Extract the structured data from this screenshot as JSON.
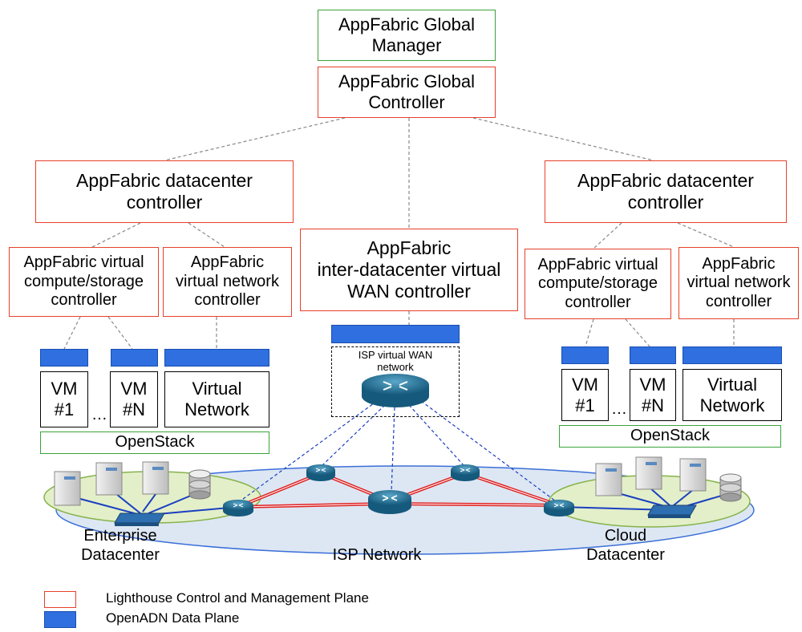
{
  "global_manager": [
    "AppFabric Global",
    "Manager"
  ],
  "global_controller": [
    "AppFabric Global",
    "Controller"
  ],
  "dc_controller_left": [
    "AppFabric datacenter",
    "controller"
  ],
  "dc_controller_right": [
    "AppFabric datacenter",
    "controller"
  ],
  "wan_controller": [
    "AppFabric",
    "inter-datacenter virtual",
    "WAN controller"
  ],
  "compute_controller_left": [
    "AppFabric virtual",
    "compute/storage",
    "controller"
  ],
  "network_controller_left": [
    "AppFabric",
    "virtual network",
    "controller"
  ],
  "compute_controller_right": [
    "AppFabric virtual",
    "compute/storage",
    "controller"
  ],
  "network_controller_right": [
    "AppFabric",
    "virtual network",
    "controller"
  ],
  "vm1_left": [
    "VM",
    "#1"
  ],
  "vmn_left": [
    "VM",
    "#N"
  ],
  "vnet_left": [
    "Virtual",
    "Network"
  ],
  "vm1_right": [
    "VM",
    "#1"
  ],
  "vmn_right": [
    "VM",
    "#N"
  ],
  "vnet_right": [
    "Virtual",
    "Network"
  ],
  "ellipsis": "…",
  "openstack_left": "OpenStack",
  "openstack_right": "OpenStack",
  "isp_wan_box": [
    "ISP virtual WAN",
    "network"
  ],
  "enterprise_dc": [
    "Enterprise",
    "Datacenter"
  ],
  "isp_network": "ISP Network",
  "cloud_dc": [
    "Cloud",
    "Datacenter"
  ],
  "legend": {
    "control_plane": "Lighthouse Control and Management Plane",
    "data_plane": "OpenADN Data Plane"
  },
  "colors": {
    "control_plane": "#e8402a",
    "data_plane": "#2f6fe0",
    "openstack": "#3aa33a",
    "isp_cloud": "#dde7f3",
    "dc_ellipse": "#e3efc9",
    "router": "#1f6f97",
    "wan_link": "#e02020",
    "lan_link": "#1a3fc0"
  },
  "icons": [
    "router-icon",
    "switch-icon",
    "server-icon",
    "database-icon"
  ]
}
